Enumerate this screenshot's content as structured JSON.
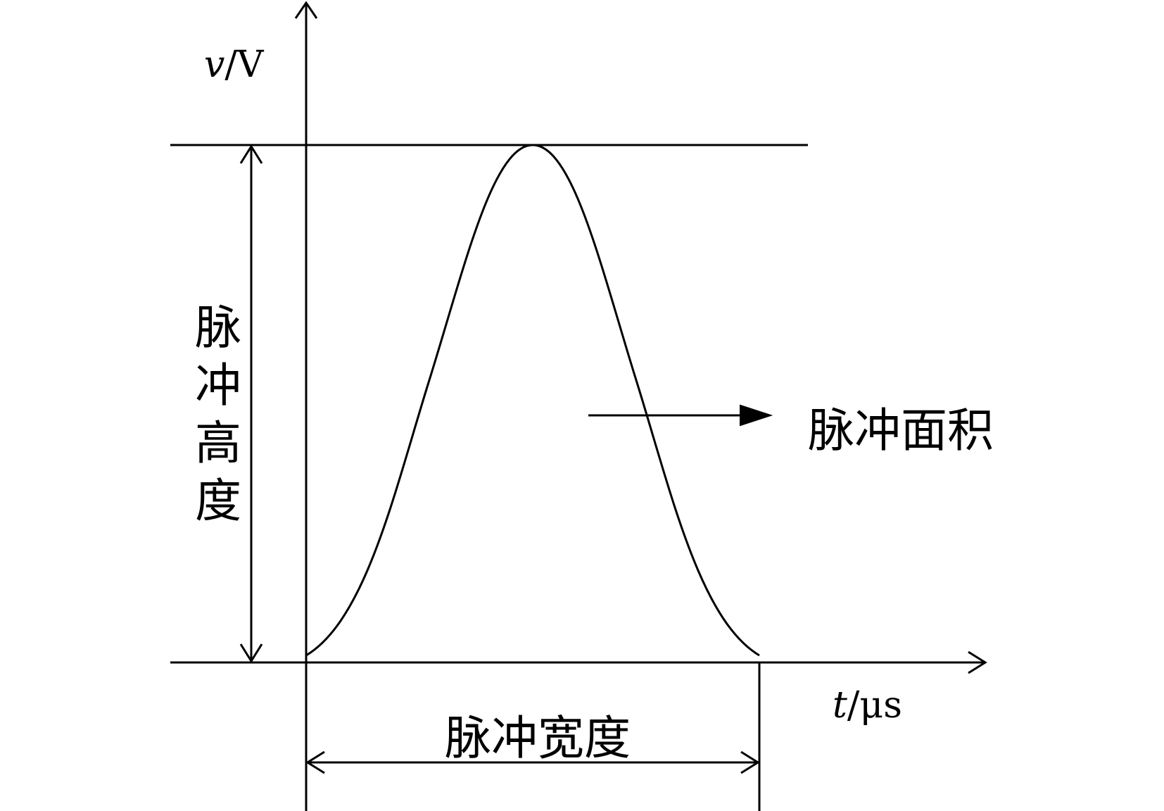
{
  "axes": {
    "y_label_var": "v",
    "y_label_unit": "/V",
    "x_label_var": "t",
    "x_label_unit": "/μs"
  },
  "annotations": {
    "pulse_height": "脉冲高度",
    "pulse_area": "脉冲面积",
    "pulse_width": "脉冲宽度"
  },
  "colors": {
    "stroke": "#000000",
    "background": "#ffffff"
  }
}
